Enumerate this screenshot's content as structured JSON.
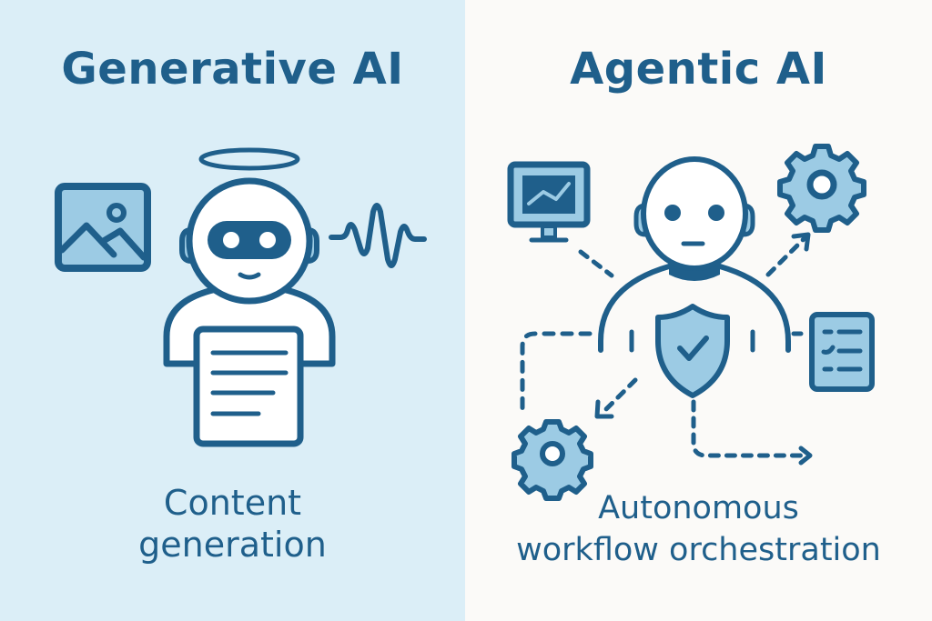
{
  "colors": {
    "left_background": "#dbeef7",
    "right_background": "#fbfaf8",
    "primary": "#1f5f8b",
    "fill_light": "#9ccbe4",
    "white": "#ffffff"
  },
  "left_panel": {
    "title": "Generative AI",
    "caption": {
      "line1": "Content",
      "line2": "generation"
    },
    "icons": [
      "image-icon",
      "robot-with-halo",
      "soundwave-icon",
      "document-icon"
    ]
  },
  "right_panel": {
    "title": "Agentic AI",
    "caption": {
      "line1": "Autonomous",
      "line2": "workflow orchestration"
    },
    "icons": [
      "monitor-chart-icon",
      "humanoid-agent",
      "gear-icon",
      "shield-check-icon",
      "checklist-icon",
      "gear-icon",
      "dashed-arrows"
    ]
  }
}
